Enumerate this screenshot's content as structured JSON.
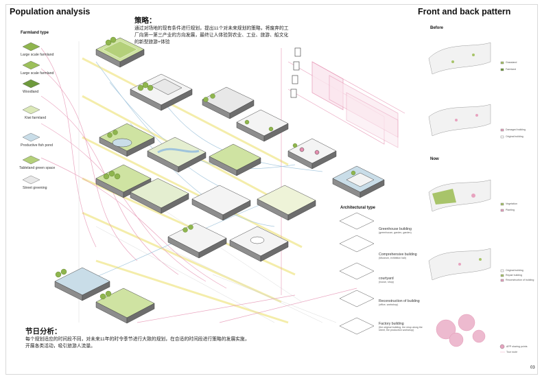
{
  "title": "Population analysis",
  "strategy": {
    "heading": "策略：",
    "body": "通过对场地的现有条件进行规划，提出11个对未来规划的策略，将废弃的工厂向第一第三产业的方向发展，最终让人体验到农业、工业、旅游、船文化的新型旅游+体验"
  },
  "festival": {
    "heading": "节日分析：",
    "body": "每个规划适应的时间段不同，对未来11年的时令季节进行大致的规划，在合适的时间段进行策略的发展实施，开展各类活动，吸引旅游人流量。"
  },
  "farmland": {
    "heading": "Farmland type",
    "items": [
      "Large scale farmland",
      "Large scale farmland",
      "Woodland",
      "Kiwi farmland",
      "Productive fish pond",
      "Tableland green space",
      "Street greening"
    ]
  },
  "architectural": {
    "heading": "Architectural type",
    "items": [
      {
        "name": "Greenhouse building",
        "sub": "(greenhouse, garden, garden)"
      },
      {
        "name": "Comprehensive building",
        "sub": "(Museum, exhibition hall)"
      },
      {
        "name": "courtyard",
        "sub": "(house, shop)"
      },
      {
        "name": "Reconstruction of building",
        "sub": "(office, workshop)"
      },
      {
        "name": "Factory building",
        "sub": "(the original building, the shop along the street, the production workshop)"
      }
    ]
  },
  "front_back": {
    "heading": "Front and back pattern",
    "before_label": "Before",
    "now_label": "Now",
    "legends": [
      [
        "Grassland",
        "Farmland"
      ],
      [
        "Damaged building",
        "Original building"
      ],
      [
        "Vegetation",
        "Planting"
      ],
      [
        "Original building",
        "Repair building",
        "Reconstruction of building"
      ],
      [
        "APP sharing points",
        "Tour route"
      ]
    ]
  },
  "palette": {
    "green": "#a8c46a",
    "dark_green": "#6e9a3c",
    "pink": "#e7a3bf",
    "pink_line": "#e58fb0",
    "yellow_line": "#f3ea9c",
    "blue_line": "#9fc4dc",
    "water": "#c9dde8"
  },
  "page_number": "03"
}
